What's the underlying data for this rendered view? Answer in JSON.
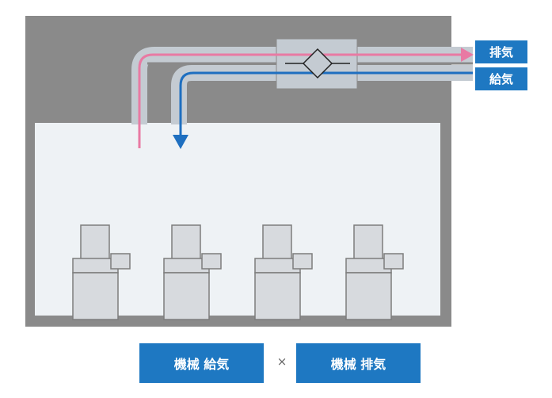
{
  "labels": {
    "exhaust": "排気",
    "supply": "給気"
  },
  "buttons": {
    "machine_supply": "機械 給気",
    "machine_exhaust": "機械 排気"
  },
  "operator": "×",
  "colors": {
    "exhaust_arrow": "#e87aa3",
    "supply_arrow": "#1e6fc0",
    "tag_background": "#1e78c2",
    "building": "#8a8a8a",
    "room": "#eef2f5",
    "duct": "#c4cbd2"
  }
}
